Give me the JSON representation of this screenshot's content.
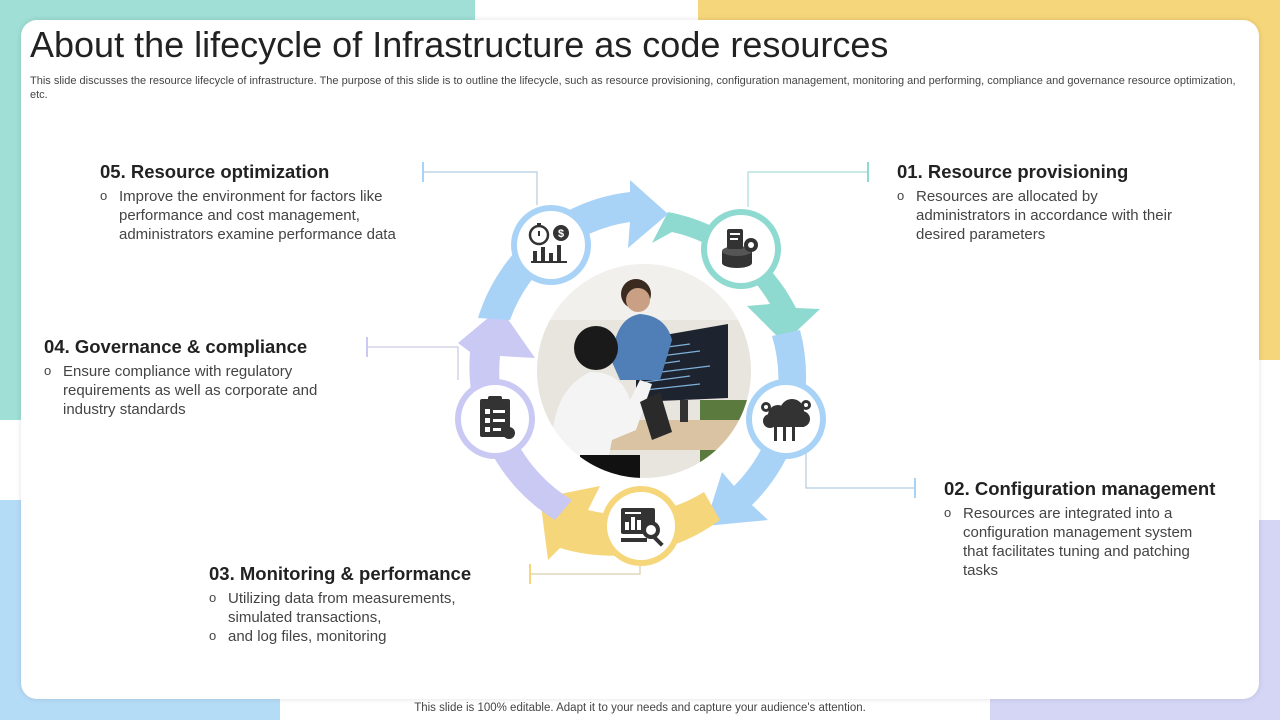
{
  "title": "About the lifecycle of Infrastructure as code resources",
  "subtitle": "This slide discusses the resource lifecycle of infrastructure. The purpose of this slide is to outline the lifecycle, such as resource provisioning, configuration management, monitoring and performing, compliance and governance resource optimization, etc.",
  "colors": {
    "teal": "#8ed9d0",
    "blue": "#a8d3f7",
    "yellow": "#f6d67a",
    "lavender": "#c9c9f4",
    "icon": "#333333"
  },
  "stages": [
    {
      "heading": "01. Resource provisioning",
      "bullets": [
        "Resources are allocated by administrators in accordance with their desired parameters"
      ],
      "icon": "database-gear-icon"
    },
    {
      "heading": "02. Configuration management",
      "bullets": [
        "Resources are integrated into a configuration management system that facilitates tuning and patching tasks"
      ],
      "icon": "cloud-gear-icon"
    },
    {
      "heading": "03. Monitoring & performance",
      "bullets": [
        "Utilizing data from measurements, simulated transactions,",
        "and log files, monitoring"
      ],
      "icon": "dashboard-magnifier-icon"
    },
    {
      "heading": "04. Governance & compliance",
      "bullets": [
        "Ensure compliance with regulatory requirements as well as corporate and industry standards"
      ],
      "icon": "checklist-clipboard-icon"
    },
    {
      "heading": "05. Resource optimization",
      "bullets": [
        "Improve the environment for factors like performance and cost management, administrators examine performance data"
      ],
      "icon": "stopwatch-chart-icon"
    }
  ],
  "footer": "This slide is 100% editable. Adapt it to your needs and capture your audience's attention."
}
